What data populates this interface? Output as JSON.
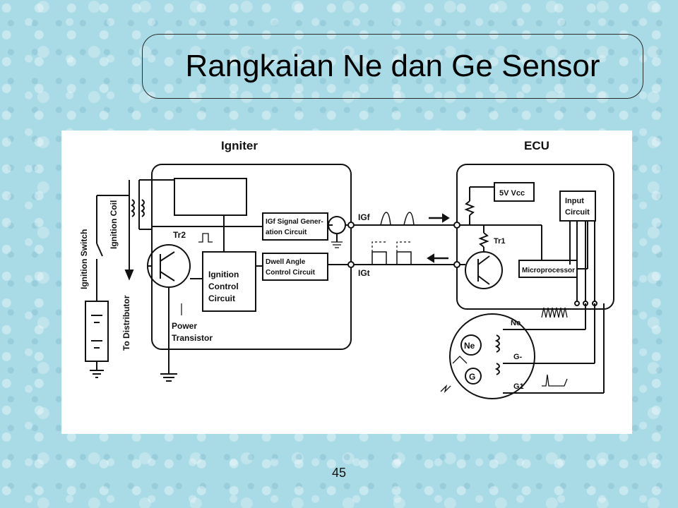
{
  "slide": {
    "title": "Rangkaian Ne dan Ge Sensor",
    "page_number": "45"
  },
  "diagram": {
    "igniter_title": "Igniter",
    "ecu_title": "ECU",
    "igf_circuit": [
      "IGf Signal Gener-",
      "ation Circuit"
    ],
    "dwell_circuit": [
      "Dwell Angle",
      "Control Circuit"
    ],
    "ignition_control": [
      "Ignition",
      "Control",
      "Circuit"
    ],
    "power_transistor": [
      "Power",
      "Transistor"
    ],
    "tr2": "Tr2",
    "tr1": "Tr1",
    "ignition_switch": "Ignition Switch",
    "ignition_coil": "Ignition Coil",
    "to_distributor": "To Distributor",
    "igf": "IGf",
    "igt": "IGt",
    "vcc": "5V Vcc",
    "input_circuit": [
      "Input",
      "Circuit"
    ],
    "microprocessor": "Microprocessor",
    "ne_line": "Ne",
    "g_minus": "G-",
    "g1": "G1",
    "ne_rotor": "Ne",
    "g_rotor": "G"
  }
}
